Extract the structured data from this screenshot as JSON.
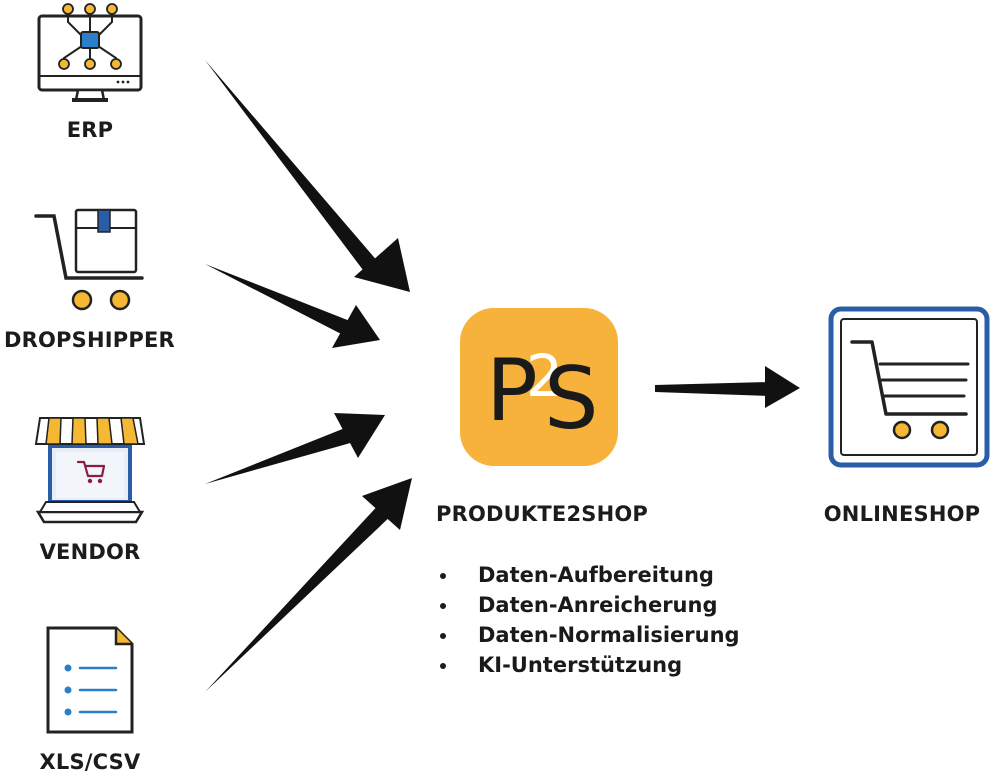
{
  "sources": [
    {
      "id": "erp",
      "label": "ERP",
      "icon": "erp-monitor-icon"
    },
    {
      "id": "dropshipper",
      "label": "DROPSHIPPER",
      "icon": "shopping-cart-box-icon"
    },
    {
      "id": "vendor",
      "label": "VENDOR",
      "icon": "storefront-laptop-icon"
    },
    {
      "id": "xls",
      "label": "XLS/CSV",
      "icon": "document-list-icon"
    }
  ],
  "hub": {
    "label": "PRODUKTE2SHOP",
    "logo_text": {
      "p": "P",
      "two": "2",
      "s": "S"
    },
    "icon": "p2s-logo-icon",
    "features": [
      "Daten-Aufbereitung",
      "Daten-Anreicherung",
      "Daten-Normalisierung",
      "KI-Unterstützung"
    ]
  },
  "target": {
    "label": "ONLINESHOP",
    "icon": "onlineshop-cart-icon"
  },
  "colors": {
    "logo": "#F6B23A",
    "accent_blue": "#2A5DA8",
    "accent_yellow": "#F5B834",
    "arrow": "#111111",
    "cart_red": "#8B1E3F"
  }
}
